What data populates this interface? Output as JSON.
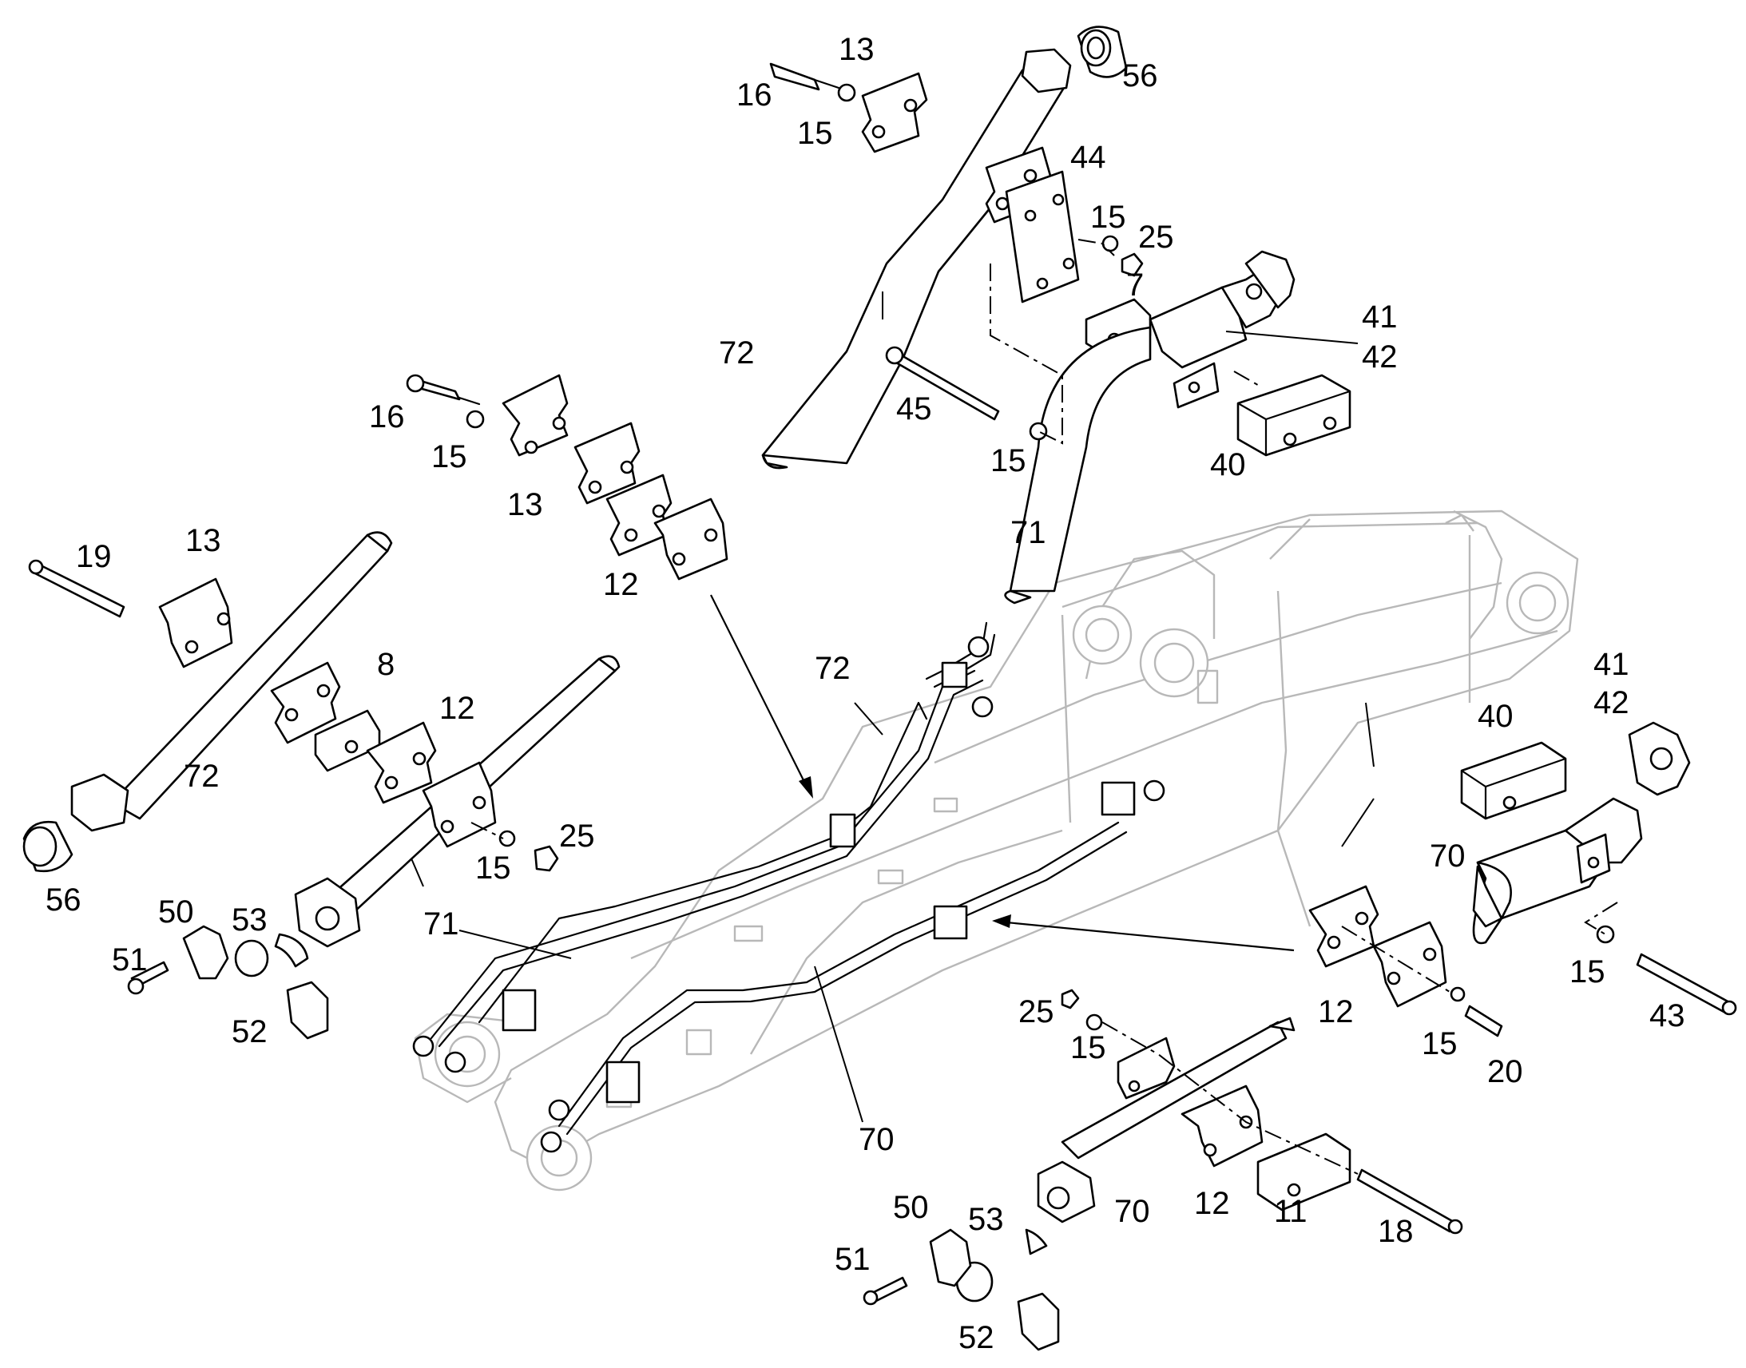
{
  "callouts": {
    "c13a": "13",
    "c16a": "16",
    "c15a": "15",
    "c56a": "56",
    "c44": "44",
    "c15b": "15",
    "c25a": "25",
    "c7": "7",
    "c41a": "41",
    "c42a": "42",
    "c72a": "72",
    "c45": "45",
    "c15c": "15",
    "c40a": "40",
    "c71a": "71",
    "c16b": "16",
    "c15d": "15",
    "c13b": "13",
    "c12a": "12",
    "c19": "19",
    "c13c": "13",
    "c8": "8",
    "c12b": "12",
    "c72b": "72",
    "c25b": "25",
    "c15e": "15",
    "c56b": "56",
    "c71b": "71",
    "c50a": "50",
    "c53a": "53",
    "c51a": "51",
    "c52a": "52",
    "c72c": "72",
    "c41b": "41",
    "c42b": "42",
    "c40b": "40",
    "c70a": "70",
    "c15f": "15",
    "c43": "43",
    "c12c": "12",
    "c15g": "15",
    "c20": "20",
    "c25c": "25",
    "c15h": "15",
    "c70b": "70",
    "c12d": "12",
    "c11": "11",
    "c18": "18",
    "c50b": "50",
    "c53b": "53",
    "c70c": "70",
    "c51b": "51",
    "c52b": "52"
  }
}
